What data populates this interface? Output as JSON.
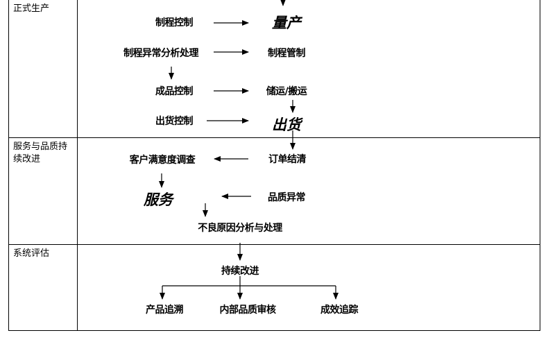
{
  "phases": [
    {
      "id": "production",
      "label": "正式生产"
    },
    {
      "id": "service",
      "label": "服务与品质持续改进"
    },
    {
      "id": "evaluation",
      "label": "系统评估"
    }
  ],
  "nodes": {
    "process_control": "制程控制",
    "mass_production": "量产",
    "process_anomaly": "制程异常分析处理",
    "process_management": "制程管制",
    "product_control": "成品控制",
    "storage_transport": "储运/搬运",
    "shipping_control": "出货控制",
    "shipping": "出货",
    "order_settlement": "订单结清",
    "customer_survey": "客户满意度调查",
    "quality_anomaly": "品质异常",
    "service": "服务",
    "defect_analysis": "不良原因分析与处理",
    "continuous_improvement": "持续改进",
    "product_traceability": "产品追溯",
    "internal_audit": "内部品质审核",
    "result_tracking": "成效追踪"
  }
}
